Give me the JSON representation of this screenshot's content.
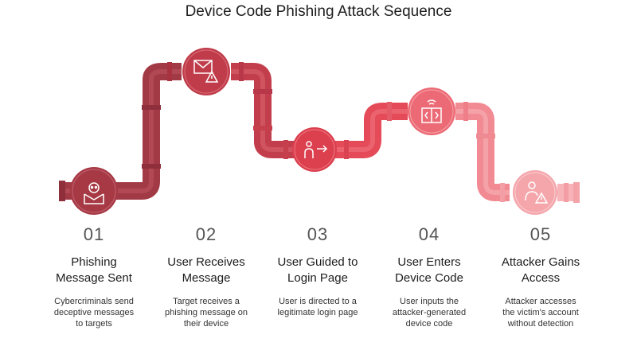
{
  "title": "Device Code Phishing Attack Sequence",
  "steps": [
    {
      "number": "01",
      "heading_line1": "Phishing",
      "heading_line2": "Message Sent",
      "desc_line1": "Cybercriminals send",
      "desc_line2": "deceptive messages",
      "desc_line3": "to targets",
      "icon": "skull-envelope-icon",
      "color": "#a83a48"
    },
    {
      "number": "02",
      "heading_line1": "User Receives",
      "heading_line2": "Message",
      "desc_line1": "Target receives a",
      "desc_line2": "phishing message on",
      "desc_line3": "their device",
      "icon": "envelope-warning-icon",
      "color": "#c23d4b"
    },
    {
      "number": "03",
      "heading_line1": "User Guided to",
      "heading_line2": "Login Page",
      "desc_line1": "User is directed to a",
      "desc_line2": "legitimate login page",
      "desc_line3": "",
      "icon": "user-arrow-icon",
      "color": "#e0424f"
    },
    {
      "number": "04",
      "heading_line1": "User Enters",
      "heading_line2": "Device Code",
      "desc_line1": "User inputs the",
      "desc_line2": "attacker-generated",
      "desc_line3": "device code",
      "icon": "device-code-icon",
      "color": "#ef6d77"
    },
    {
      "number": "05",
      "heading_line1": "Attacker Gains",
      "heading_line2": "Access",
      "desc_line1": "Attacker accesses",
      "desc_line2": "the victim's account",
      "desc_line3": "without detection",
      "icon": "user-warning-icon",
      "color": "#f5a9ad"
    }
  ]
}
